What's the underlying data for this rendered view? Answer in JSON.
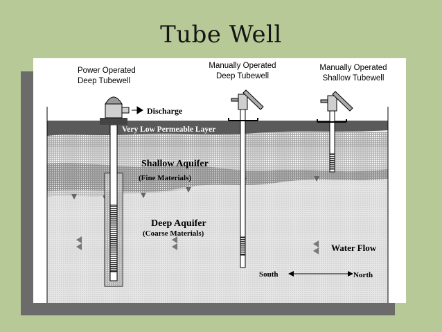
{
  "slide": {
    "title": "Tube Well"
  },
  "diagram": {
    "wells": [
      {
        "line1": "Power Operated",
        "line2": "Deep Tubewell"
      },
      {
        "line1": "Manually Operated",
        "line2": "Deep Tubewell"
      },
      {
        "line1": "Manually Operated",
        "line2": "Shallow Tubewell"
      }
    ],
    "discharge_label": "Discharge",
    "layers": {
      "confining": "Very Low Permeable Layer",
      "shallow_aquifer": "Shallow Aquifer",
      "shallow_material": "(Fine Materials)",
      "deep_aquifer": "Deep Aquifer",
      "deep_material": "(Coarse Materials)"
    },
    "water_flow_label": "Water Flow",
    "compass": {
      "south": "South",
      "north": "North"
    },
    "colors": {
      "background": "#b7c996",
      "confining_layer": "#5a5a5a",
      "shallow_aquifer": "#bdbdbd",
      "deep_aquifer": "#e3e3e3"
    }
  }
}
